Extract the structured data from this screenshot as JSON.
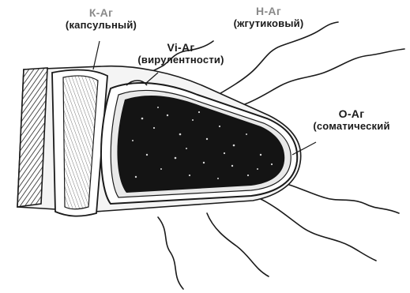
{
  "labels": {
    "k_ag": {
      "name": "К-Аг",
      "desc": "(капсульный)"
    },
    "h_ag": {
      "name": "Н-Аг",
      "desc": "(жгутиковый)"
    },
    "vi_ag": {
      "name": "Vi-Аг",
      "desc": "(вирулентности)"
    },
    "o_ag": {
      "name": "О-Аг",
      "desc": "(соматический"
    }
  },
  "colors": {
    "ink": "#1a1a1a",
    "faded_label": "#8a8a8a",
    "cytoplasm": "#141414",
    "background": "#ffffff"
  }
}
